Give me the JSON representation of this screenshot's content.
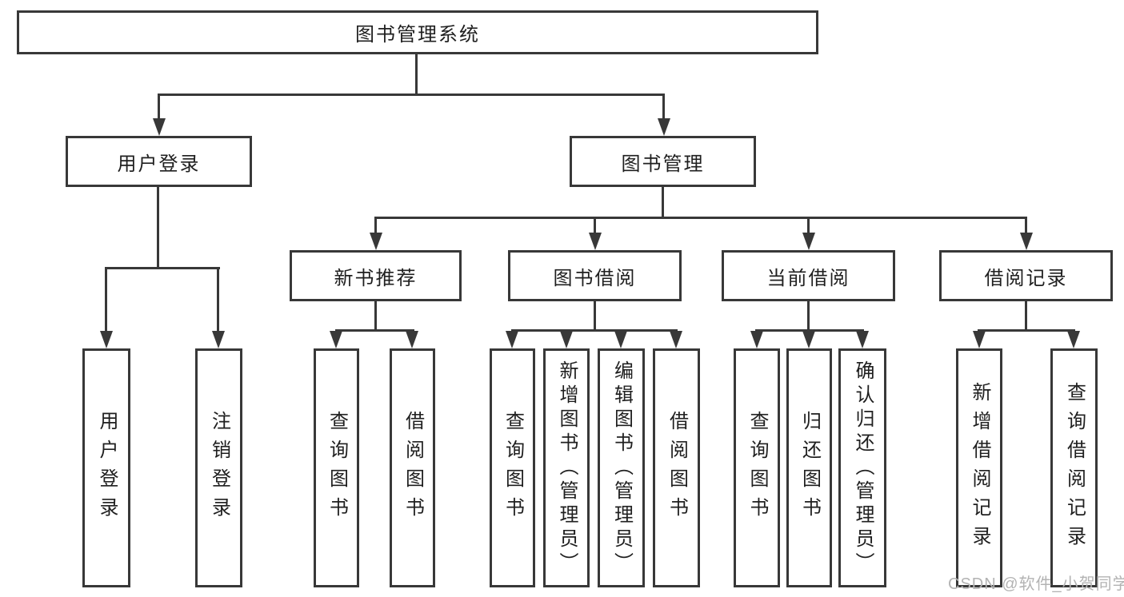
{
  "tree": {
    "root": {
      "label": "图书管理系统",
      "children": [
        {
          "label": "用户登录",
          "children": [
            {
              "label": "用户登录"
            },
            {
              "label": "注销登录"
            }
          ]
        },
        {
          "label": "图书管理",
          "children": [
            {
              "label": "新书推荐",
              "children": [
                {
                  "label": "查询图书"
                },
                {
                  "label": "借阅图书"
                }
              ]
            },
            {
              "label": "图书借阅",
              "children": [
                {
                  "label": "查询图书"
                },
                {
                  "label": "新增图书（管理员）"
                },
                {
                  "label": "编辑图书（管理员）"
                },
                {
                  "label": "借阅图书"
                }
              ]
            },
            {
              "label": "当前借阅",
              "children": [
                {
                  "label": "查询图书"
                },
                {
                  "label": "归还图书"
                },
                {
                  "label": "确认归还（管理员）"
                }
              ]
            },
            {
              "label": "借阅记录",
              "children": [
                {
                  "label": "新增借阅记录"
                },
                {
                  "label": "查询借阅记录"
                }
              ]
            }
          ]
        }
      ]
    }
  },
  "watermark": "CSDN @软件_小贺同学",
  "colors": {
    "line": "#383838",
    "text": "#1f1f1f",
    "watermark": "#b3b3b3",
    "background": "#ffffff"
  }
}
